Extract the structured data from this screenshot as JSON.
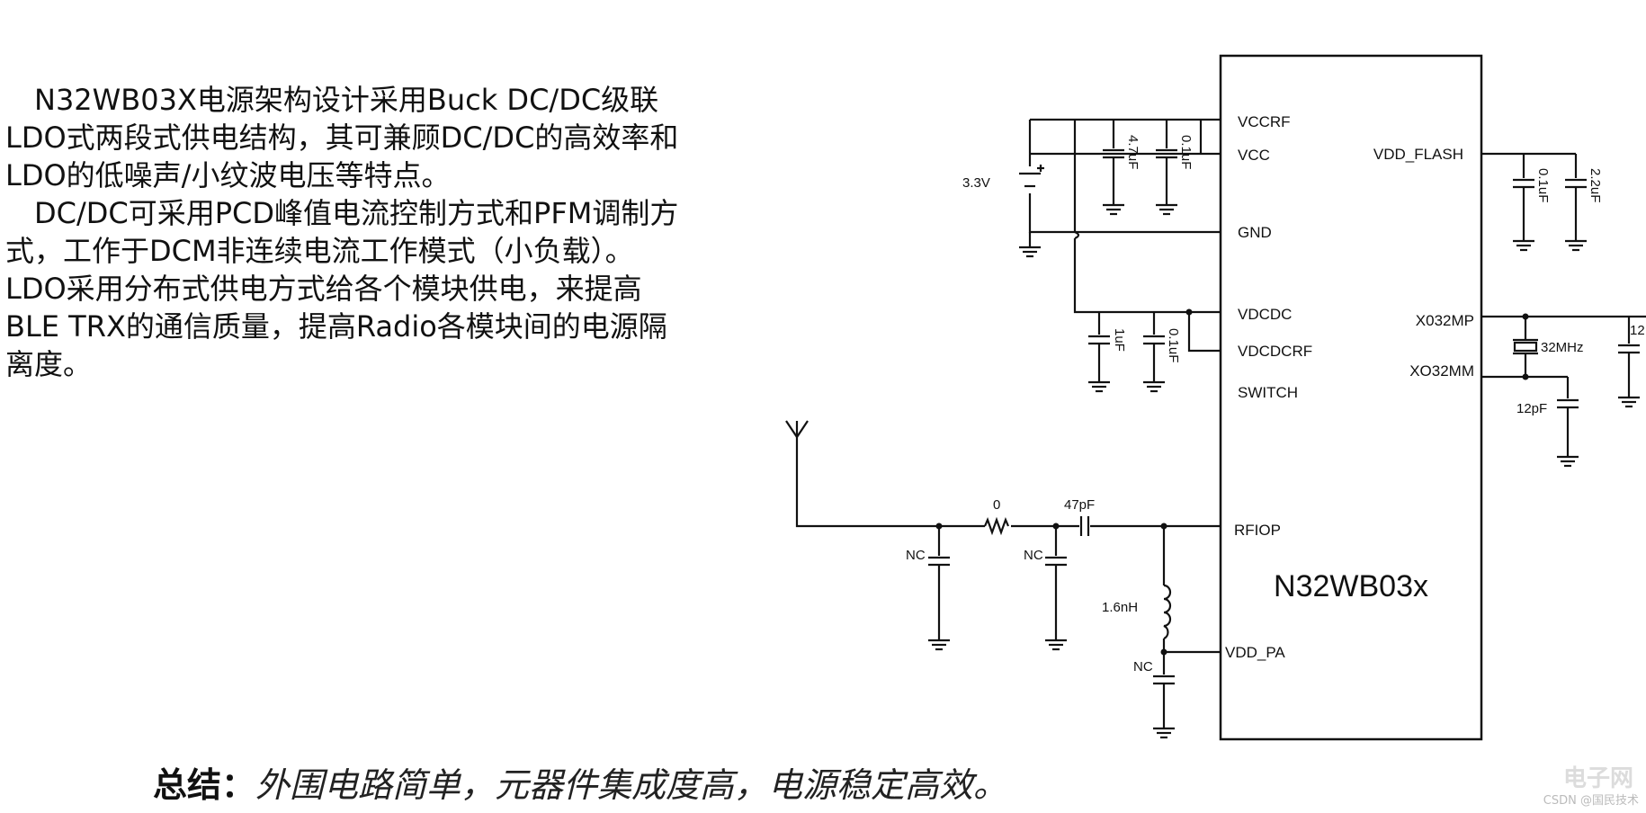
{
  "description": {
    "paragraph1": "　N32WB03X电源架构设计采用Buck DC/DC级联LDO式两段式供电结构，其可兼顾DC/DC的高效率和LDO的低噪声/小纹波电压等特点。",
    "paragraph2": "　DC/DC可采用PCD峰值电流控制方式和PFM调制方式，工作于DCM非连续电流工作模式（小负载）。LDO采用分布式供电方式给各个模块供电，来提高BLE TRX的通信质量，提高Radio各模块间的电源隔离度。"
  },
  "summary": {
    "label": "总结：",
    "text": "外围电路简单，元器件集成度高，电源稳定高效。"
  },
  "schematic": {
    "chip_name": "N32WB03x",
    "pins_left": [
      "VCCRF",
      "VCC",
      "GND",
      "VDCDC",
      "VDCDCRF",
      "SWITCH",
      "RFIOP",
      "VDD_PA"
    ],
    "pins_right": [
      "VDD_FLASH",
      "X032MP",
      "XO32MM"
    ],
    "supply_label": "3.3V",
    "components": {
      "c_47uf": "4.7uF",
      "c_01uf_vcc": "0.1uF",
      "c_1uf": "1uF",
      "c_01uf_vdcdc": "0.1uF",
      "c_01uf_flash": "0.1uF",
      "c_22uf": "2.2uF",
      "crystal": "32MHz",
      "c_12pf_top": "12",
      "c_12pf_bottom": "12pF",
      "r_series": "0",
      "c_series": "47pF",
      "nc_1": "NC",
      "nc_2": "NC",
      "nc_3": "NC",
      "inductor": "1.6nH"
    }
  },
  "watermark": {
    "logo": "电子网",
    "text": "CSDN @国民技术"
  }
}
